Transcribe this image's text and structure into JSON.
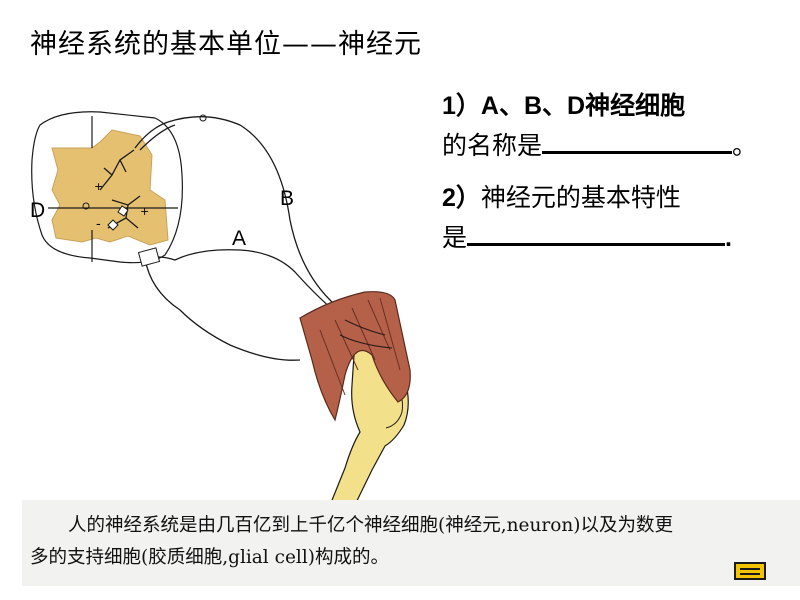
{
  "title": "神经系统的基本单位——神经元",
  "question1": {
    "line1_num": "1）",
    "line1_text": "A、B、D神经细胞",
    "line2_text": "的名称是",
    "line2_end": "。"
  },
  "question2": {
    "line1_num": "2）",
    "line1_text": "神经元的基本特性",
    "line2_text": "是",
    "line2_end": "."
  },
  "diagram": {
    "label_a": "A",
    "label_b": "B",
    "label_d": "D",
    "plus": "+",
    "minus": "-",
    "colors": {
      "spinal_cord": "#e6c071",
      "muscle": "#b5614a",
      "bone": "#f2e08a",
      "line": "#1a1a1a"
    }
  },
  "caption": {
    "line1": "人的神经系统是由几百亿到上千亿个神经细胞(神经元,neuron)以及为数更",
    "line2": "多的支持细胞(胶质细胞,glial cell)构成的。"
  },
  "nav_icon": "menu-icon"
}
